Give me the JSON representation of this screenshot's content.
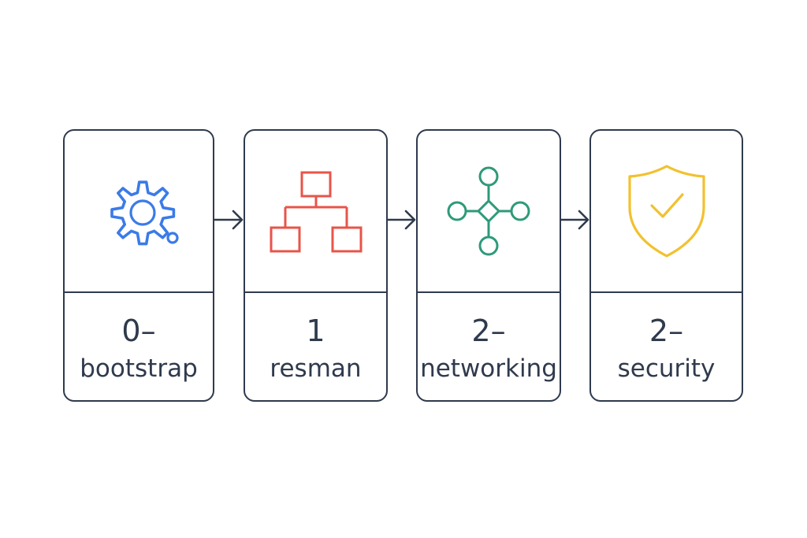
{
  "stages": [
    {
      "number": "0–",
      "name": "bootstrap",
      "icon": "gear-icon",
      "color": "#3b7be8"
    },
    {
      "number": "1",
      "name": "resman",
      "icon": "hierarchy-icon",
      "color": "#e8544a"
    },
    {
      "number": "2–",
      "name": "networking",
      "icon": "network-node-icon",
      "color": "#2e9a7a"
    },
    {
      "number": "2–",
      "name": "security",
      "icon": "shield-check-icon",
      "color": "#f2c12e"
    }
  ],
  "colors": {
    "outline": "#2f3a4d",
    "background": "#ffffff"
  }
}
